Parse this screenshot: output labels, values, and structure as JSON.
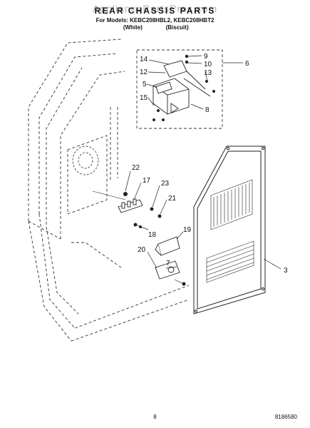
{
  "header": {
    "watermark": "AppliancePartsPros.com",
    "title": "REAR CHASSIS PARTS",
    "models": "For Models: KEBC208HBL2, KEBC208HBT2",
    "variant_left": "(White)",
    "variant_right": "(Biscuit)"
  },
  "callouts": [
    "14",
    "9",
    "10",
    "12",
    "13",
    "5",
    "15",
    "8",
    "6",
    "22",
    "17",
    "23",
    "21",
    "19",
    "18",
    "20",
    "7",
    "3"
  ],
  "footer": {
    "page_number": "8",
    "document_number": "8186580"
  }
}
